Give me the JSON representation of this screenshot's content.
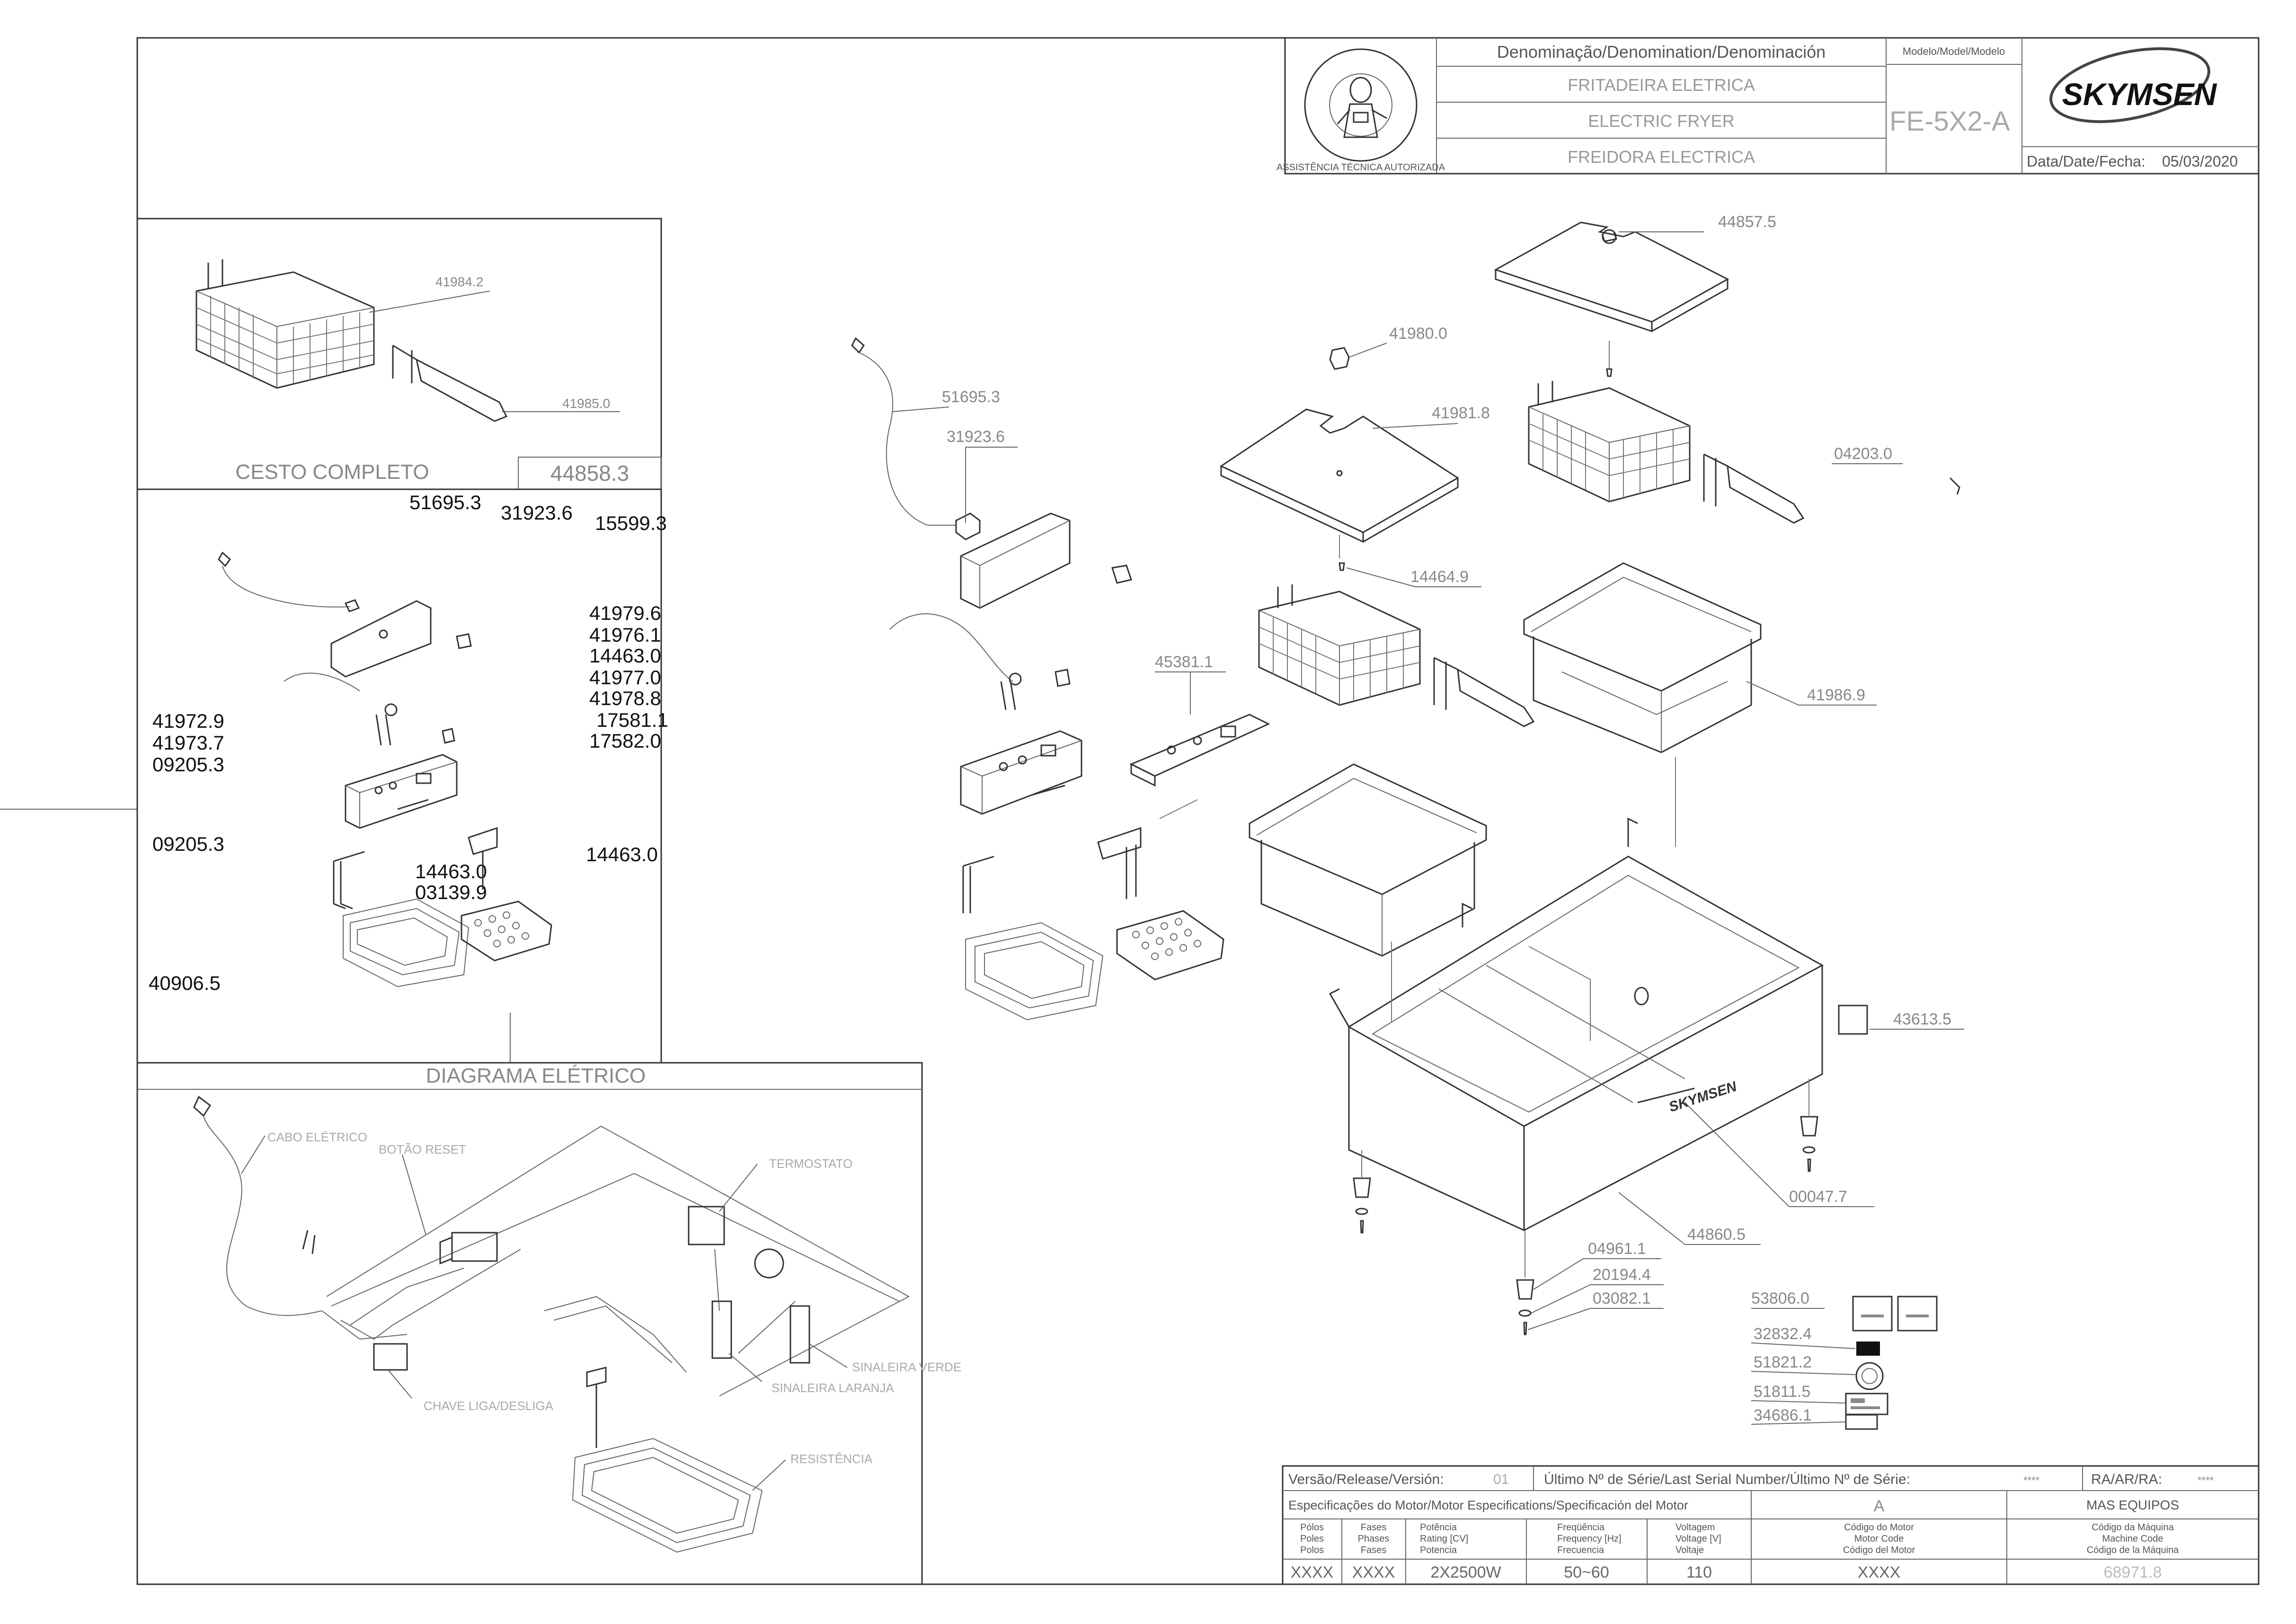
{
  "title_block": {
    "denomination_header": "Denominação/Denomination/Denominación",
    "names": [
      "FRITADEIRA ELETRICA",
      "ELECTRIC FRYER",
      "FREIDORA ELECTRICA"
    ],
    "model_header": "Modelo/Model/Modelo",
    "model": "FE-5X2-A",
    "brand": "SKYMSEN",
    "date_label": "Data/Date/Fecha:",
    "date": "05/03/2020",
    "seal_text": "ASSISTÊNCIA TÉCNICA AUTORIZADA"
  },
  "basket_panel": {
    "title": "CESTO COMPLETO",
    "code": "44858.3",
    "parts": [
      "41984.2",
      "41985.0"
    ]
  },
  "component_panel": {
    "codes": [
      "51695.3",
      "31923.6",
      "15599.3",
      "41979.6",
      "41976.1",
      "14463.0",
      "41977.0",
      "41978.8",
      "17581.1",
      "17582.0",
      "41972.9",
      "41973.7",
      "09205.3",
      "09205.3",
      "14463.0",
      "14463.0",
      "03139.9",
      "40906.5"
    ]
  },
  "wiring_panel": {
    "title": "DIAGRAMA ELÉTRICO",
    "labels": [
      "CABO ELÉTRICO",
      "BOTÃO RESET",
      "TERMOSTATO",
      "CHAVE LIGA/DESLIGA",
      "SINALEIRA LARANJA",
      "SINALEIRA VERDE",
      "RESISTÊNCIA"
    ]
  },
  "exploded_view": {
    "callouts": [
      "44857.5",
      "41980.0",
      "41981.8",
      "04203.0",
      "51695.3",
      "31923.6",
      "14464.9",
      "45381.1",
      "41986.9",
      "43613.5",
      "00047.7",
      "44860.5",
      "04961.1",
      "20194.4",
      "03082.1",
      "53806.0",
      "32832.4",
      "51821.2",
      "51811.5",
      "34686.1"
    ]
  },
  "spec_table": {
    "version_label": "Versão/Release/Versión:",
    "version": "01",
    "serial_label": "Último Nº de Série/Last Serial Number/Último Nº de Série:",
    "serial": "****",
    "ra_label": "RA/AR/RA:",
    "ra": "****",
    "motor_spec_label": "Especificações do Motor/Motor Especifications/Specificación del Motor",
    "motor_code_letter": "A",
    "company": "MAS EQUIPOS",
    "headers": [
      [
        "Pólos",
        "Poles",
        "Polos"
      ],
      [
        "Fases",
        "Phases",
        "Fases"
      ],
      [
        "Potência",
        "Rating [CV]",
        "Potencia"
      ],
      [
        "Freqüência",
        "Frequency [Hz]",
        "Frecuencia"
      ],
      [
        "Voltagem",
        "Voltage [V]",
        "Voltaje"
      ],
      [
        "Código do Motor",
        "Motor Code",
        "Código del Motor"
      ],
      [
        "Código da Máquina",
        "Machine Code",
        "Código de la Máquina"
      ]
    ],
    "values": [
      "XXXX",
      "XXXX",
      "2X2500W",
      "50~60",
      "110",
      "XXXX",
      "68971.8"
    ]
  }
}
